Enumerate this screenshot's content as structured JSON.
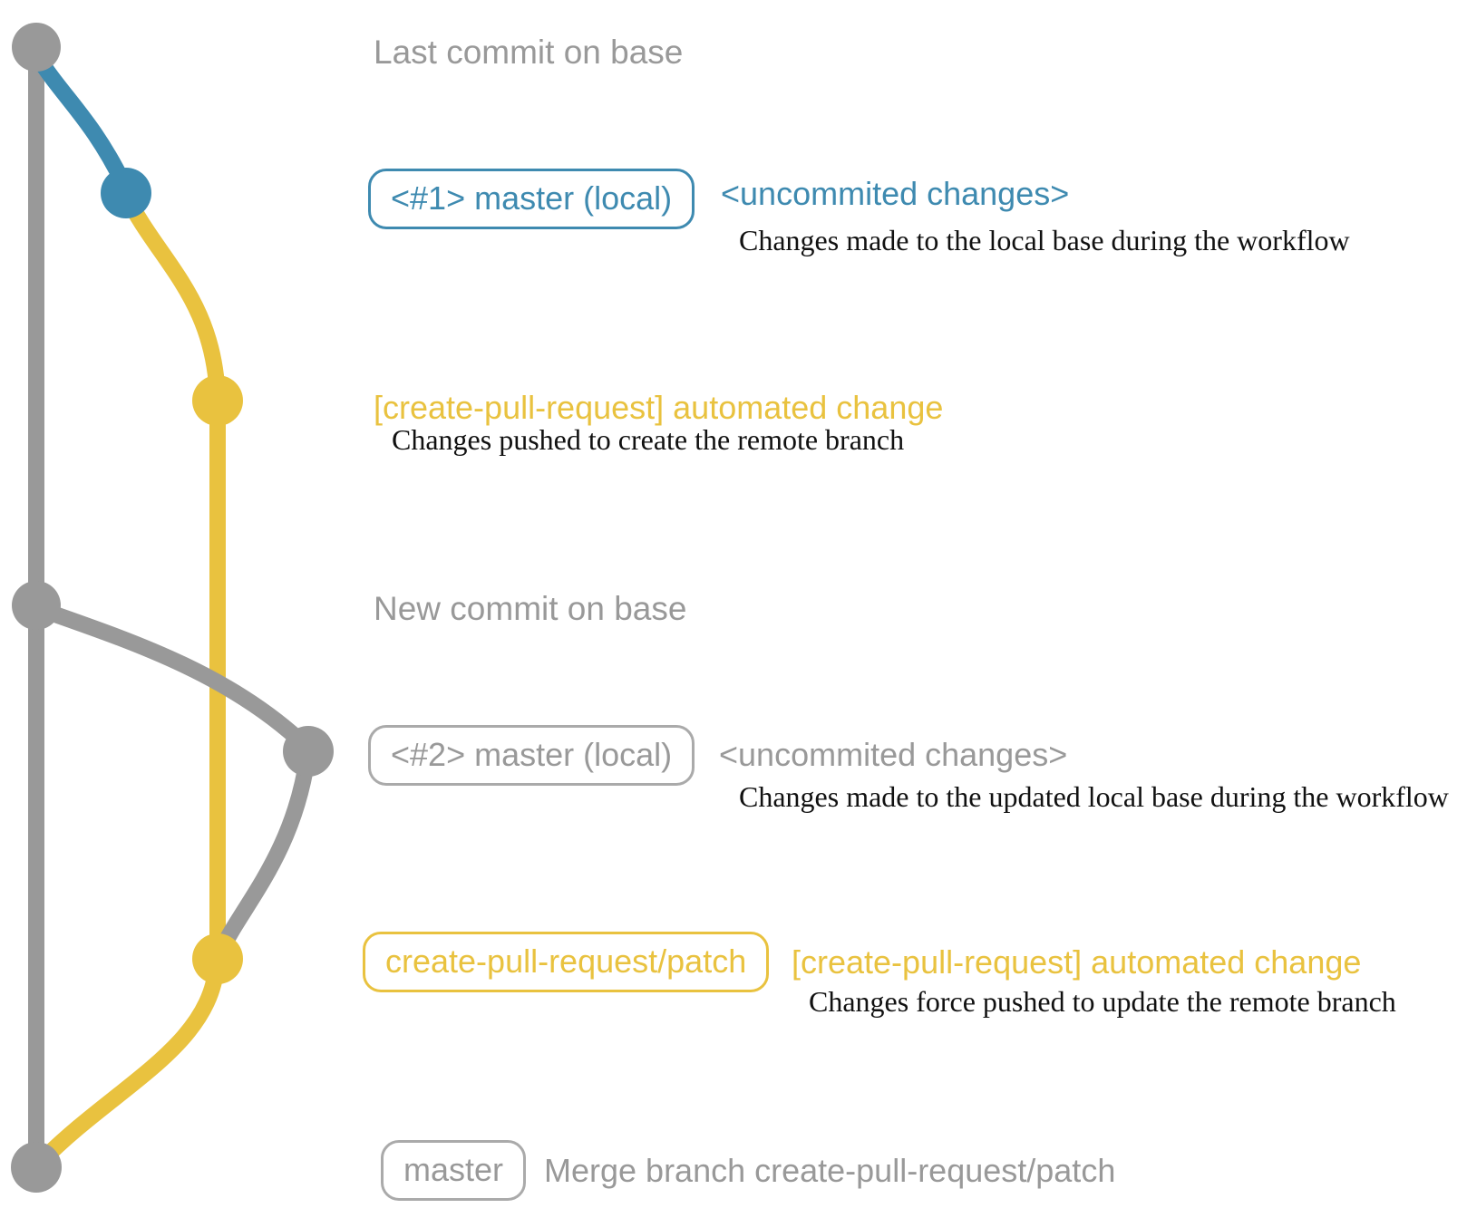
{
  "colors": {
    "gray": "#999999",
    "blue": "#3e8ab0",
    "yellow": "#e9c23f",
    "description_text": "#111111"
  },
  "rows": {
    "last_commit": {
      "label": "Last commit on base"
    },
    "commit1": {
      "ref_badge": "<#1> master (local)",
      "message": "<uncommited changes>",
      "description": "Changes made to the local base during the workflow"
    },
    "push1": {
      "message": "[create-pull-request] automated change",
      "description": "Changes pushed to create the remote branch"
    },
    "new_commit": {
      "label": "New commit on base"
    },
    "commit2": {
      "ref_badge": "<#2> master (local)",
      "message": "<uncommited changes>",
      "description": "Changes made to the updated local base during the workflow"
    },
    "push2": {
      "ref_badge": "create-pull-request/patch",
      "message": "[create-pull-request] automated change",
      "description": "Changes force pushed to update the remote branch"
    },
    "merge": {
      "ref_badge": "master",
      "message": "Merge branch create-pull-request/patch"
    }
  }
}
